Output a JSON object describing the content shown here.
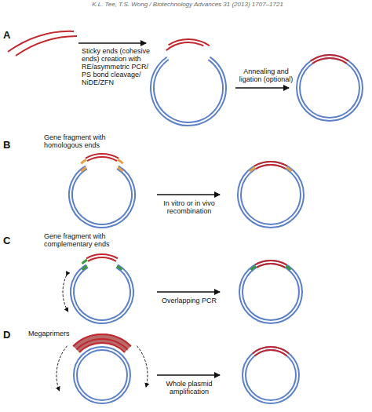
{
  "diagram": {
    "labels": [
      "K.L. Tee, T.S. Wong / Biotechnology Advances 31 (2013) 1707–1721",
      "A",
      "Sticky ends (cohesive ends) creation with RE/asymmetric PCR/ PS bond cleavage/ NiDE/ZFN",
      "Annealing and ligation (optional)",
      "B",
      "Gene fragment with homologous ends",
      "In vitro or in vivo recombination",
      "C",
      "Gene fragment with complementary ends",
      "Overlapping PCR",
      "D",
      "Megaprimers",
      "Whole plasmid amplification"
    ]
  }
}
